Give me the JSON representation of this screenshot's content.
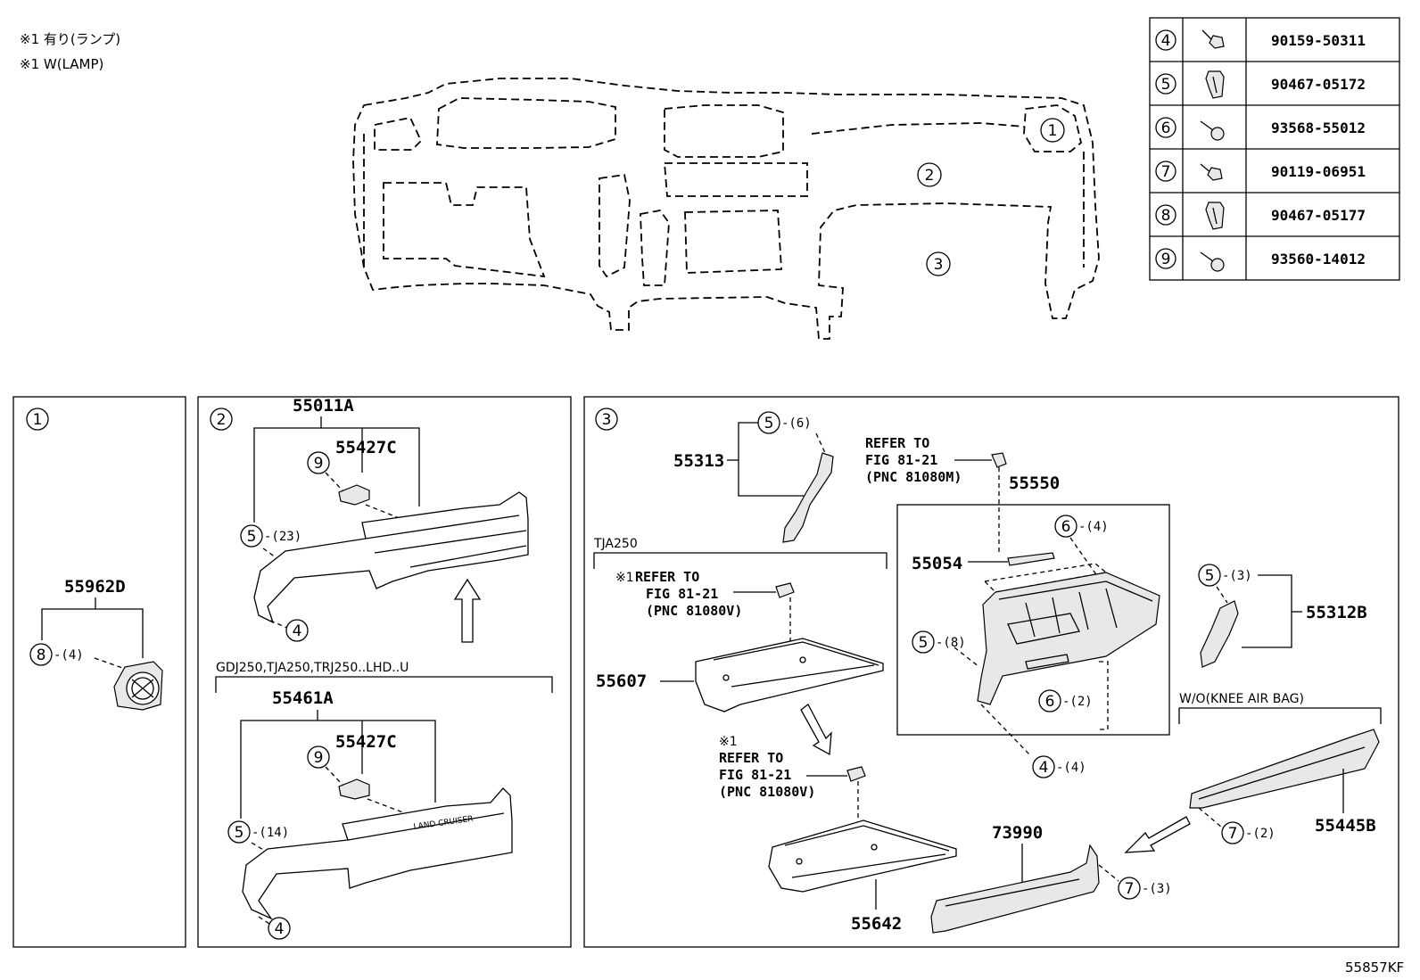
{
  "notes": [
    "※1 有り(ランプ)",
    "※1 W(LAMP)"
  ],
  "fastener_table": [
    {
      "ref": "4",
      "icon": "bolt-icon",
      "part": "90159-50311"
    },
    {
      "ref": "5",
      "icon": "clip-icon",
      "part": "90467-05172"
    },
    {
      "ref": "6",
      "icon": "screw-icon",
      "part": "93568-55012"
    },
    {
      "ref": "7",
      "icon": "bolt-icon",
      "part": "90119-06951"
    },
    {
      "ref": "8",
      "icon": "clip-icon",
      "part": "90467-05177"
    },
    {
      "ref": "9",
      "icon": "screw-icon",
      "part": "93560-14012"
    }
  ],
  "overview": {
    "callouts": [
      "1",
      "2",
      "3"
    ]
  },
  "panel1": {
    "number": "1",
    "part": "55962D",
    "fastener": "8",
    "fastener_qty": "-(4)"
  },
  "panel2": {
    "number": "2",
    "upper": {
      "part_main": "55011A",
      "part_sub": "55427C",
      "screw": "9",
      "clip": "5",
      "clip_qty": "-(23)",
      "bolt": "4"
    },
    "condition": "GDJ250,TJA250,TRJ250..LHD..U",
    "lower": {
      "part_main": "55461A",
      "part_sub": "55427C",
      "screw": "9",
      "clip": "5",
      "clip_qty": "-(14)",
      "bolt": "4",
      "emblem": "LAND CRUISER"
    }
  },
  "panel3": {
    "number": "3",
    "p55313": {
      "part": "55313",
      "clip": "5",
      "qty": "-(6)"
    },
    "ref_top": {
      "line1": "REFER TO",
      "line2": "FIG 81-21",
      "line3": "(PNC 81080M)"
    },
    "p55550": {
      "part": "55550",
      "rod": "55054",
      "screw_top": "6",
      "screw_top_qty": "-(4)",
      "clip": "5",
      "clip_qty": "-(8)",
      "screw_bot": "6",
      "screw_bot_qty": "-(2)",
      "bolt": "4",
      "bolt_qty": "-(4)"
    },
    "p55312B": {
      "part": "55312B",
      "clip": "5",
      "qty": "-(3)"
    },
    "tja": {
      "condition": "TJA250",
      "ref": {
        "mark": "※1",
        "line1": "REFER TO",
        "line2": "FIG 81-21",
        "line3": "(PNC 81080V)"
      },
      "part": "55607"
    },
    "lower_ref": {
      "mark": "※1",
      "line1": "REFER TO",
      "line2": "FIG 81-21",
      "line3": "(PNC 81080V)"
    },
    "p55642": "55642",
    "p73990": {
      "part": "73990",
      "bolt": "7",
      "qty": "-(3)"
    },
    "woknee": {
      "condition": "W/O(KNEE AIR BAG)",
      "part": "55445B",
      "bolt": "7",
      "qty": "-(2)"
    }
  },
  "footer": "55857KF"
}
